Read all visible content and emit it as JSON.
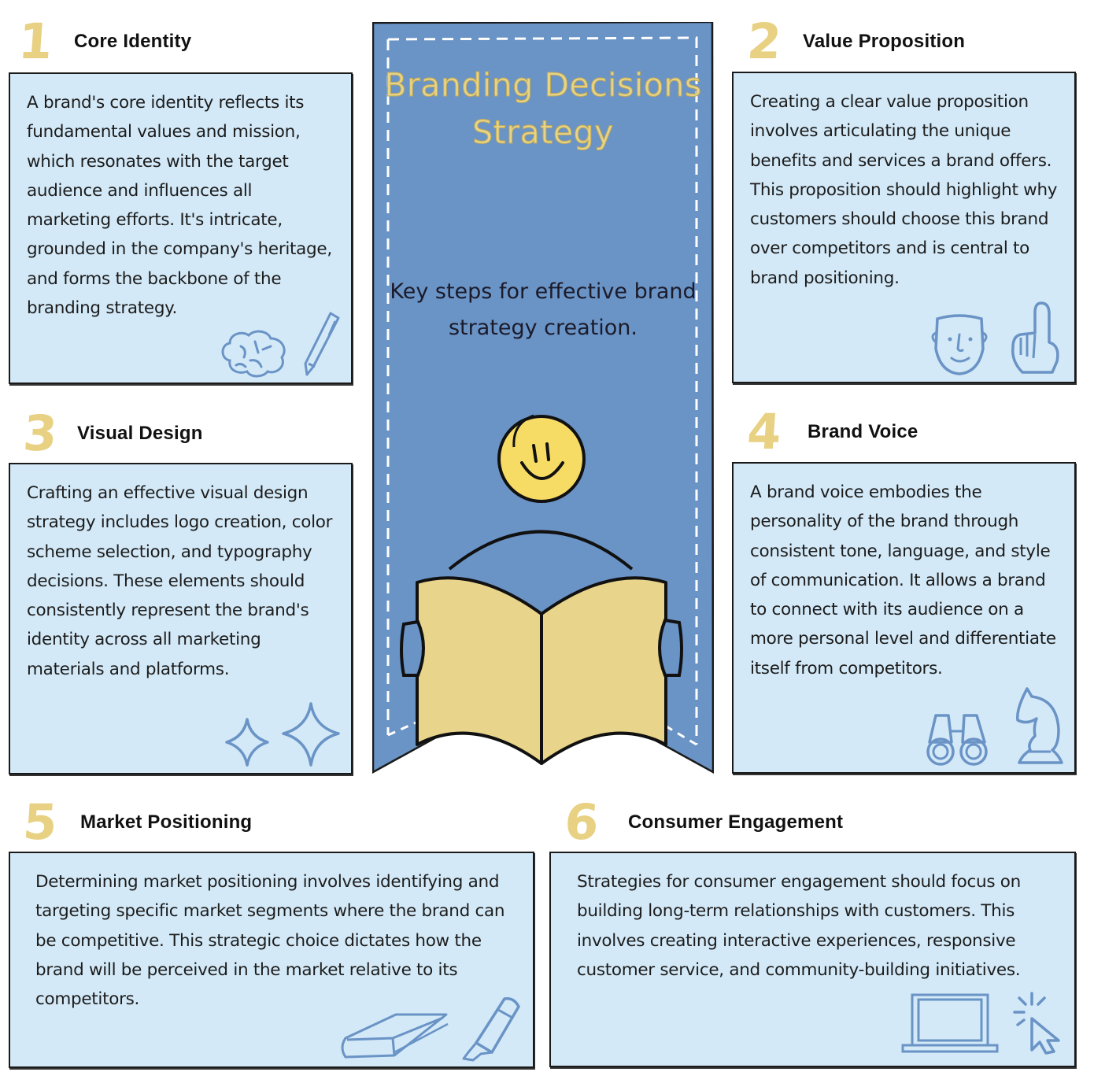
{
  "center": {
    "title_line1": "Branding Decisions",
    "title_line2": "Strategy",
    "subtitle": "Key steps for effective brand strategy creation.",
    "illustration": "person-reading-book"
  },
  "colors": {
    "card_bg": "#d3e9f7",
    "banner_bg": "#6a93c6",
    "number_accent": "#e8d183",
    "icon_stroke": "#6a93c6",
    "book_fill": "#e8d48a",
    "face_fill": "#f6dc64"
  },
  "steps": [
    {
      "number": "1",
      "title": "Core Identity",
      "text": "A brand's core identity reflects its fundamental values and mission, which resonates with the target audience and influences all marketing efforts. It's intricate, grounded in the company's heritage, and forms the backbone of the branding strategy.",
      "icons": [
        "brain-icon",
        "pen-icon"
      ]
    },
    {
      "number": "2",
      "title": "Value Proposition",
      "text": "Creating a clear value proposition involves articulating the unique benefits and services a brand offers. This proposition should highlight why customers should choose this brand over competitors and is central to brand positioning.",
      "icons": [
        "face-icon",
        "number-one-hand-icon"
      ]
    },
    {
      "number": "3",
      "title": "Visual Design",
      "text": "Crafting an effective visual design strategy includes logo creation, color scheme selection, and typography decisions. These elements should consistently represent the brand's identity across all marketing materials and platforms.",
      "icons": [
        "sparkle-small-icon",
        "sparkle-large-icon"
      ]
    },
    {
      "number": "4",
      "title": "Brand Voice",
      "text": "A brand voice embodies the personality of the brand through consistent tone, language, and style of communication. It allows a brand to connect with its audience on a more personal level and differentiate itself from competitors.",
      "icons": [
        "binoculars-icon",
        "chess-knight-icon"
      ]
    },
    {
      "number": "5",
      "title": "Market Positioning",
      "text": "Determining market positioning involves identifying and targeting specific market segments where the brand can be competitive. This strategic choice dictates how the brand will be perceived in the market relative to its competitors.",
      "icons": [
        "book-icon",
        "highlighter-icon"
      ]
    },
    {
      "number": "6",
      "title": "Consumer Engagement",
      "text": "Strategies for consumer engagement should focus on building long-term relationships with customers. This involves creating interactive experiences, responsive customer service, and community-building initiatives.",
      "icons": [
        "laptop-icon",
        "cursor-click-icon"
      ]
    }
  ]
}
